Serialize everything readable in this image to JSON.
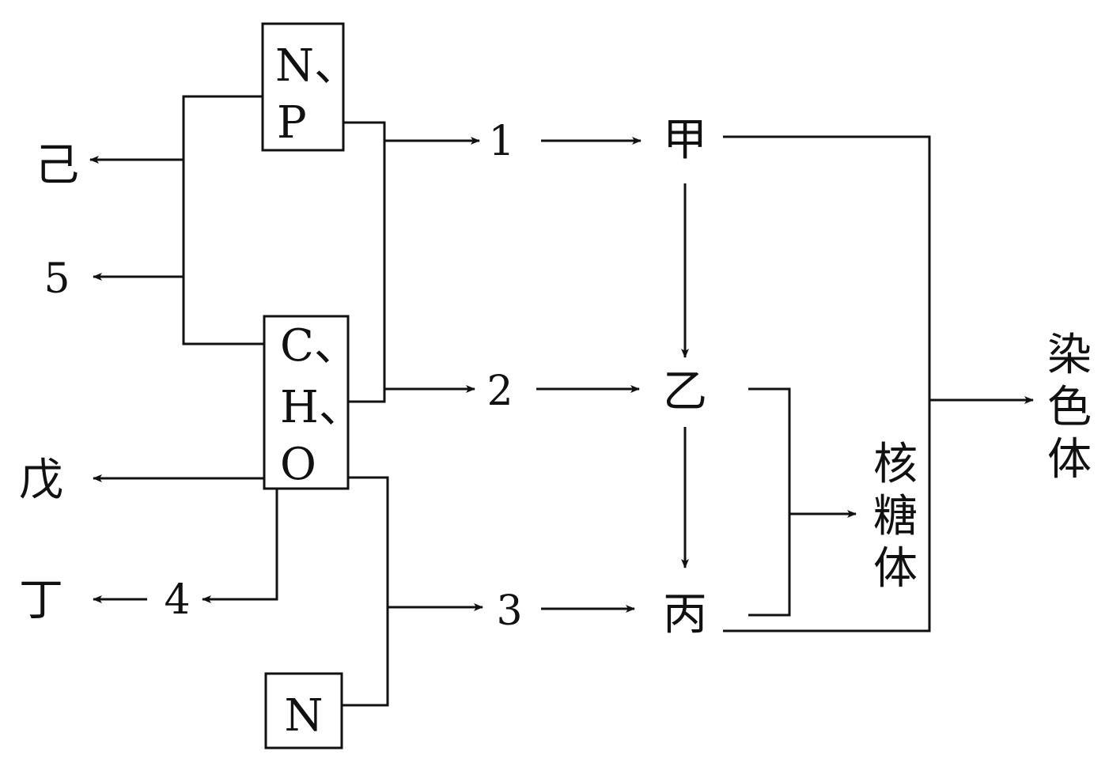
{
  "boxes": {
    "np": {
      "line1": "N、",
      "line2": "P"
    },
    "cho": {
      "line1": "C、",
      "line2": "H、",
      "line3": "O"
    },
    "n": {
      "label": "N"
    }
  },
  "numbers": {
    "n1": "1",
    "n2": "2",
    "n3": "3",
    "n4": "4",
    "n5": "5"
  },
  "molecules": {
    "jia": "甲",
    "yi": "乙",
    "bing": "丙",
    "ding": "丁",
    "wu": "戊",
    "ji": "己"
  },
  "structures": {
    "ribosome": [
      "核",
      "糖",
      "体"
    ],
    "chromosome": [
      "染",
      "色",
      "体"
    ]
  },
  "colors": {
    "ink": "#111111",
    "background": "#ffffff"
  }
}
